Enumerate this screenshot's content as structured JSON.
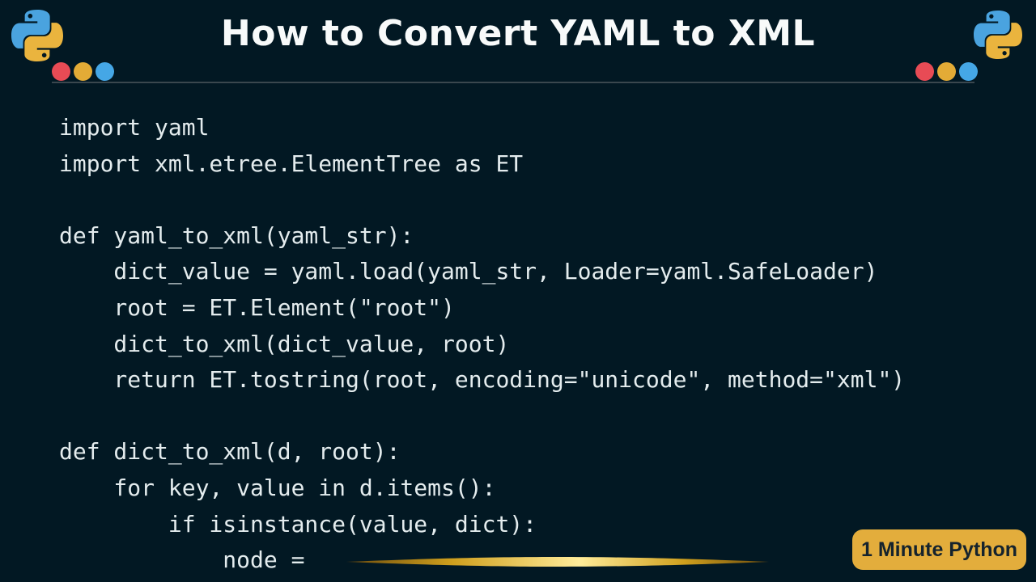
{
  "header": {
    "title": "How to Convert YAML to XML",
    "left_logo_icon": "python-logo",
    "right_logo_icon": "python-logo",
    "traffic_dots": [
      "#e84b55",
      "#e3ab36",
      "#45a7e6"
    ]
  },
  "code": {
    "language": "python",
    "lines": [
      "import yaml",
      "import xml.etree.ElementTree as ET",
      "",
      "def yaml_to_xml(yaml_str):",
      "    dict_value = yaml.load(yaml_str, Loader=yaml.SafeLoader)",
      "    root = ET.Element(\"root\")",
      "    dict_to_xml(dict_value, root)",
      "    return ET.tostring(root, encoding=\"unicode\", method=\"xml\")",
      "",
      "def dict_to_xml(d, root):",
      "    for key, value in d.items():",
      "        if isinstance(value, dict):",
      "            node = "
    ]
  },
  "badge": {
    "label": "1 Minute Python"
  },
  "colors": {
    "background": "#021823",
    "title_text": "#f8fafa",
    "code_text": "#e4ecee",
    "divider": "#3a474e",
    "python_blue": "#4aa3df",
    "python_yellow": "#eab43e",
    "badge_bg": "#e3ad3c",
    "badge_text": "#15232d",
    "gold_edge": "#6e4d0d",
    "gold_mid": "#cf9f1d",
    "gold_center": "#ffec9a"
  }
}
